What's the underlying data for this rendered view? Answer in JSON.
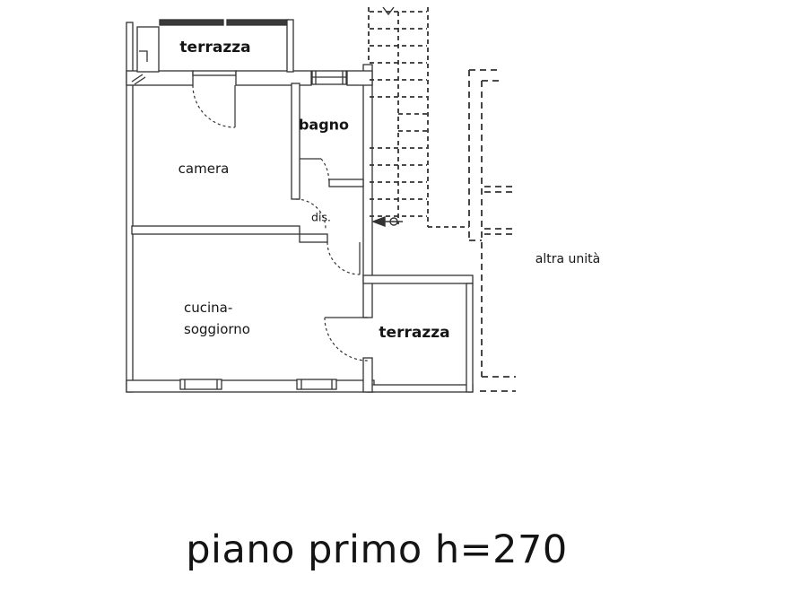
{
  "colors": {
    "background": "#ffffff",
    "line": "#333333",
    "text": "#161616"
  },
  "floor_plan": {
    "labels": {
      "terrazza_top": "terrazza",
      "camera": "camera",
      "bagno": "bagno",
      "dis": "dis.",
      "cucina_line1": "cucina-",
      "cucina_line2": "soggiorno",
      "terrazza_right": "terrazza",
      "altra_unita": "altra unità"
    },
    "caption": "piano primo h=270"
  }
}
